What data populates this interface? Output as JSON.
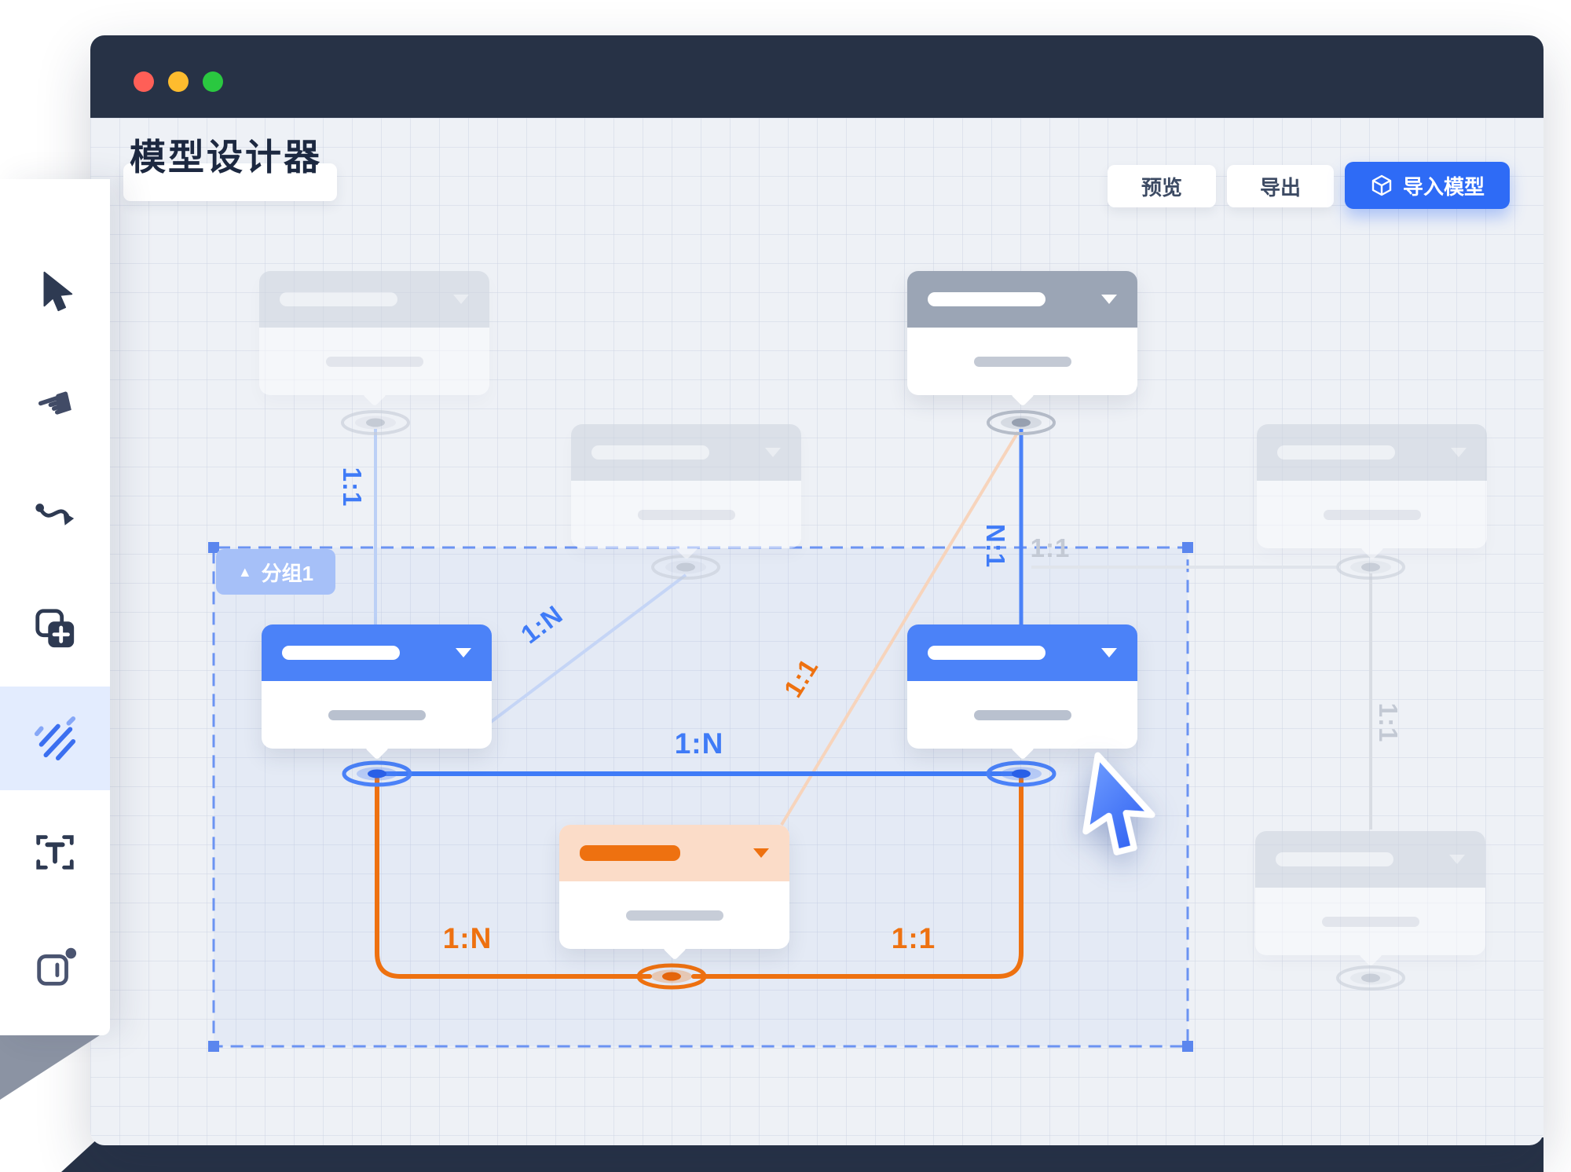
{
  "page": {
    "title": "模型设计器"
  },
  "actions": {
    "preview": "预览",
    "export": "导出",
    "import": "导入模型"
  },
  "group": {
    "label": "分组1"
  },
  "connections": [
    {
      "id": "gray-a-to-blue-1",
      "label": "1:1",
      "color": "blue"
    },
    {
      "id": "gray-c-to-blue-1",
      "label": "1:N",
      "color": "blue"
    },
    {
      "id": "gray-b-to-blue-2",
      "label": "N:1",
      "color": "blue"
    },
    {
      "id": "gray-b-side",
      "label": "1:1",
      "color": "gray"
    },
    {
      "id": "gray-b-to-orange",
      "label": "1:1",
      "color": "orange"
    },
    {
      "id": "blue-1-to-blue-2",
      "label": "1:N",
      "color": "blue"
    },
    {
      "id": "blue-1-to-orange",
      "label": "1:N",
      "color": "orange"
    },
    {
      "id": "orange-to-blue-2",
      "label": "1:1",
      "color": "orange"
    },
    {
      "id": "gray-d-to-gray-e",
      "label": "1:1",
      "color": "gray"
    }
  ],
  "toolbar": {
    "tools": [
      "select",
      "hand",
      "connector",
      "add-node",
      "slice",
      "text",
      "component"
    ],
    "active_tool": "slice"
  },
  "colors": {
    "accent_blue": "#2e6bf6",
    "node_blue": "#4b82f8",
    "accent_orange": "#ee7110",
    "header_dark": "#273246",
    "canvas_bg": "#eef1f6",
    "traffic_red": "#ff5f57",
    "traffic_yellow": "#febc2e",
    "traffic_green": "#2ac840"
  }
}
